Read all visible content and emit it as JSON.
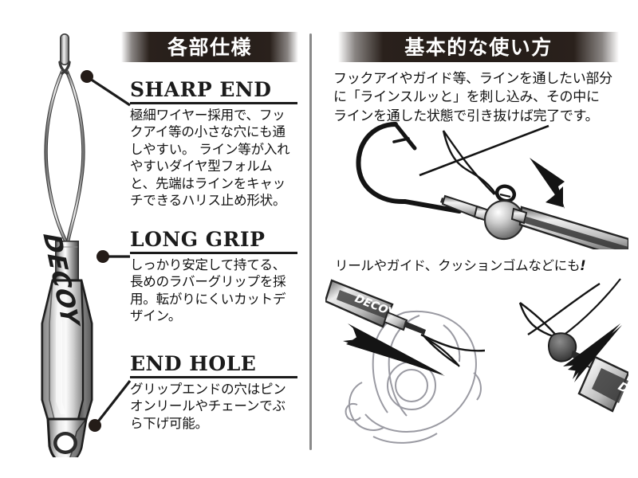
{
  "panels": {
    "left": {
      "banner_title": "各部仕様",
      "features": [
        {
          "id": "sharp-end",
          "title": "SHARP END",
          "body": "極細ワイヤー採用で、フックアイ等の小さな穴にも通しやすい。\nライン等が入れやすいダイヤ型フォルムと、先端はラインをキャッチできるハリス止め形状。"
        },
        {
          "id": "long-grip",
          "title": "LONG GRIP",
          "body": "しっかり安定して持てる、長めのラバーグリップを採用。転がりにくいカットデザイン。"
        },
        {
          "id": "end-hole",
          "title": "END HOLE",
          "body": "グリップエンドの穴はピンオンリールやチェーンでぶら下げ可能。"
        }
      ]
    },
    "right": {
      "banner_title": "基本的な使い方",
      "body": "フックアイやガイド等、ラインを通したい部分に「ラインスルッと」を刺し込み、その中にラインを通した状態で引き抜けば完了です。",
      "caption": "リールやガイド、クッションゴムなどにも",
      "caption_mark": "!"
    }
  },
  "product": {
    "brand": "DECOY"
  },
  "colors": {
    "banner_dark": "#241c18",
    "banner_text": "#ffffff",
    "rule": "#1b1b1b",
    "divider": "#8a8a8a",
    "body_text": "#111111",
    "metal_light": "#f2f2f2",
    "metal_mid": "#b9b9b9",
    "metal_dark": "#6d6d6d",
    "outline": "#1b1b1b",
    "line_art": "#9a9aa2"
  }
}
